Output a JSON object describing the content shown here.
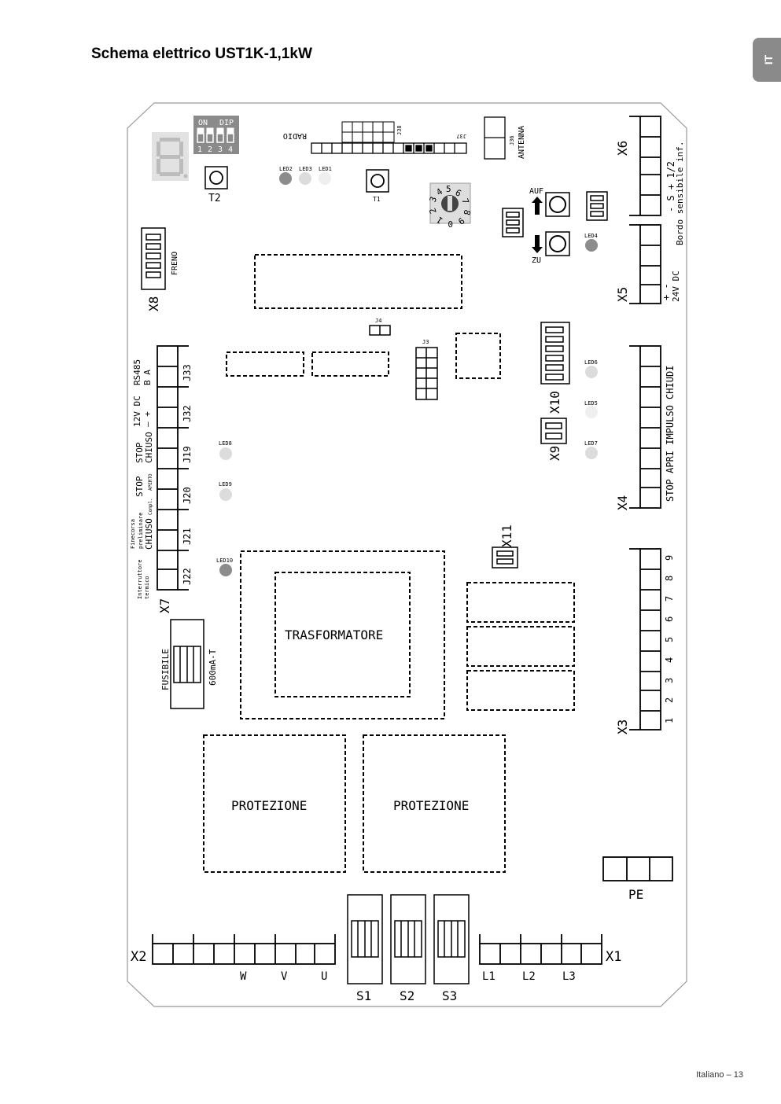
{
  "page": {
    "title": "Schema elettrico UST1K-1,1kW",
    "language_tab": "IT",
    "footer": "Italiano – 13",
    "accent_color": "#8a8a8a"
  },
  "diagram": {
    "dip_switch": {
      "label_on": "ON",
      "label_dip": "DIP",
      "positions": [
        "1",
        "2",
        "3",
        "4"
      ]
    },
    "buttons": {
      "t2": "T2",
      "t1": "T1",
      "auf": "AUF",
      "zu": "ZU"
    },
    "leds": {
      "led1": "LED1",
      "led2": "LED2",
      "led3": "LED3",
      "led4": "LED4",
      "led5": "LED5",
      "led6": "LED6",
      "led7": "LED7",
      "led8": "LED8",
      "led9": "LED9",
      "led10": "LED10"
    },
    "radio": {
      "label": "RADIO",
      "j38": "J38",
      "j37": "J37",
      "j36": "J36",
      "antenna": "ANTENNA"
    },
    "rotary_switch": {
      "digits": [
        "5",
        "6",
        "7",
        "8",
        "9",
        "0",
        "1",
        "2",
        "3",
        "4"
      ]
    },
    "jumpers": {
      "j3": "J3",
      "j4": "J4"
    },
    "connectors": {
      "x1": "X1",
      "x2": "X2",
      "x3": "X3",
      "x4": "X4",
      "x5": "X5",
      "x6": "X6",
      "x7": "X7",
      "x8": "X8",
      "x9": "X9",
      "x10": "X10",
      "x11": "X11",
      "pe": "PE"
    },
    "x6_labels": {
      "pins": "- S + 1/2",
      "desc": "Bordo sensibile inf."
    },
    "x5_labels": {
      "pins": "+ -",
      "desc": "24V DC"
    },
    "x4_labels": {
      "desc": "STOP APRI IMPULSO CHIUDI"
    },
    "x3_pins": [
      "1",
      "2",
      "3",
      "4",
      "5",
      "6",
      "7",
      "8",
      "9"
    ],
    "x8_label": "FRENO",
    "x7_groups": {
      "j33": {
        "id": "J33",
        "line1": "RS485",
        "line2": "B   A"
      },
      "j32": {
        "id": "J32",
        "line1": "12V DC",
        "line2": "–   +"
      },
      "j19": {
        "id": "J19",
        "line1": "STOP",
        "line2": "CHIUSO"
      },
      "j20": {
        "id": "J20",
        "line1": "STOP",
        "line2": "APERTO"
      },
      "j21": {
        "id": "J21",
        "line1": "Finecorsa",
        "line2": "preliminare",
        "line3": "CHIUSO",
        "line4": "Compl."
      },
      "j22": {
        "id": "J22",
        "line1": "Interruttore",
        "line2": "termico"
      }
    },
    "fuse": {
      "label": "FUSIBILE",
      "rating": "600mA-T"
    },
    "transformer": "TRASFORMATORE",
    "protection_1": "PROTEZIONE",
    "protection_2": "PROTEZIONE",
    "x2_labels": [
      "W",
      "V",
      "U"
    ],
    "x1_labels": [
      "L1",
      "L2",
      "L3"
    ],
    "switches": [
      "S1",
      "S2",
      "S3"
    ],
    "seven_segment_digit": "8."
  }
}
